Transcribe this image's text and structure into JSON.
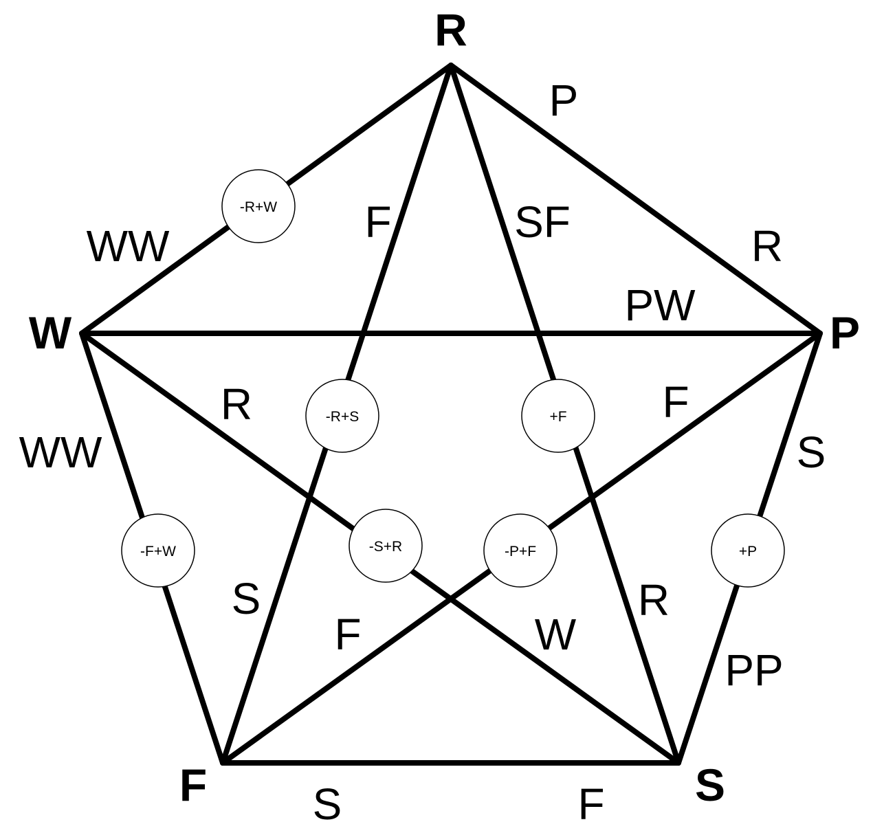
{
  "vertices": {
    "R": "R",
    "P": "P",
    "W": "W",
    "F": "F",
    "S": "S"
  },
  "edge_labels": {
    "rp_p": "P",
    "rp_r": "R",
    "rw_ww": "WW",
    "rf_f": "F",
    "rs_sf": "SF",
    "wp_pw": "PW",
    "wf_ww": "WW",
    "ws_r": "R",
    "ws_w": "W",
    "pf_f_upper": "F",
    "pf_f_lower": "F",
    "ps_s": "S",
    "ps_pp": "PP",
    "fr_s": "S",
    "sr_r": "R",
    "fs_s": "S",
    "fs_f": "F"
  },
  "nodes": {
    "rw": "-R+W",
    "rf": "-R+S",
    "rs": "+F",
    "wf": "-F+W",
    "ws": "-S+R",
    "pf": "-P+F",
    "ps": "+P"
  }
}
